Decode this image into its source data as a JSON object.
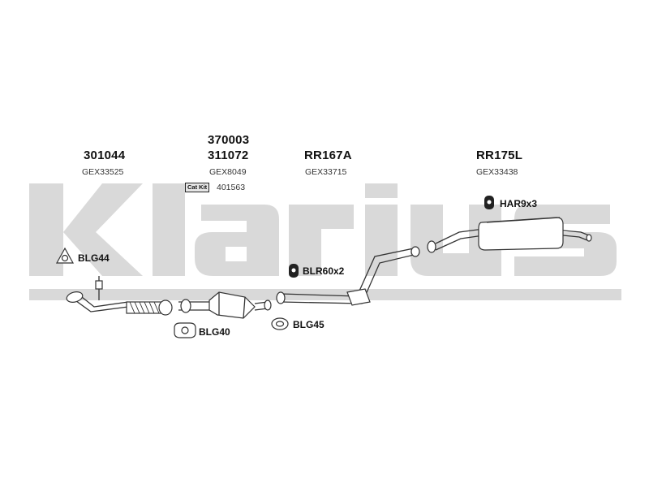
{
  "watermark": {
    "text": "Klarius",
    "color": "#d9d9d9"
  },
  "groups": [
    {
      "part_numbers": [
        "301044"
      ],
      "ref": "GEX33525"
    },
    {
      "part_numbers": [
        "370003",
        "311072"
      ],
      "ref": "GEX8049",
      "cat_kit_label": "Cat Kit",
      "cat_kit_ref": "401563"
    },
    {
      "part_numbers": [
        "RR167A"
      ],
      "ref": "GEX33715"
    },
    {
      "part_numbers": [
        "RR175L"
      ],
      "ref": "GEX33438"
    }
  ],
  "fittings": [
    {
      "name": "BLG44",
      "icon": "gasket-triangle-icon"
    },
    {
      "name": "BLG40",
      "icon": "gasket-flange-icon"
    },
    {
      "name": "BLR60x2",
      "icon": "rubber-mount-icon"
    },
    {
      "name": "BLG45",
      "icon": "gasket-oval-icon"
    },
    {
      "name": "HAR9x3",
      "icon": "rubber-hanger-icon"
    }
  ]
}
